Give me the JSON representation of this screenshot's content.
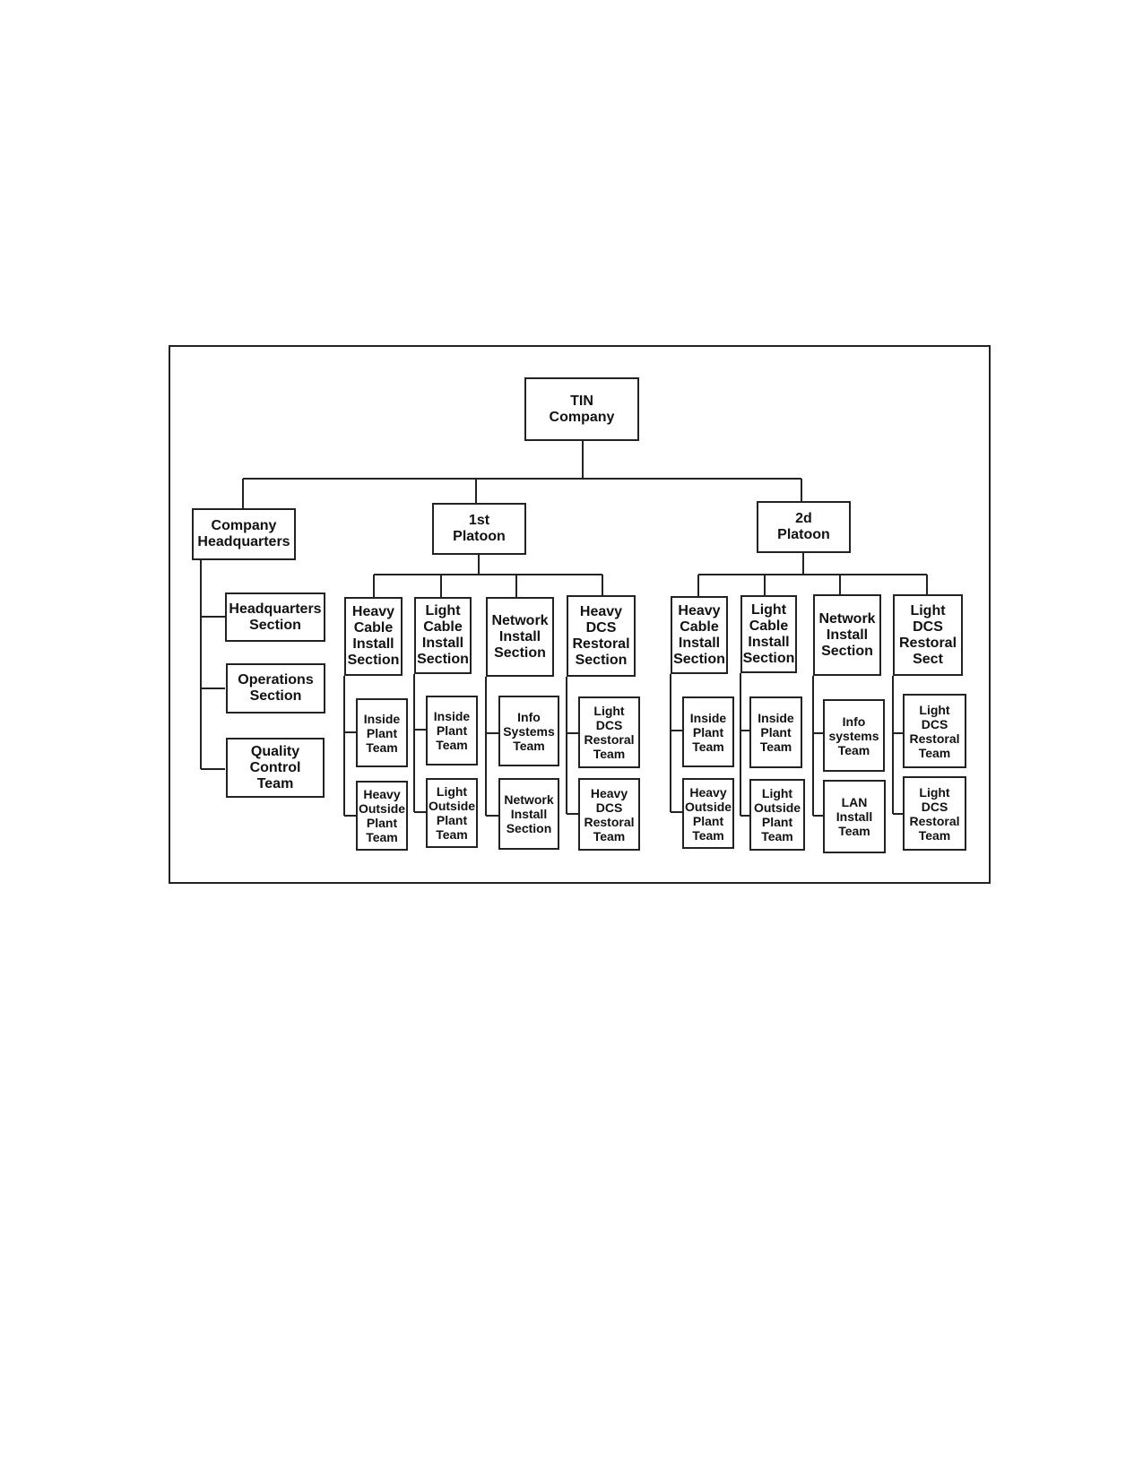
{
  "top": "TIN\nCompany",
  "hq": {
    "title": "Company\nHeadquarters",
    "children": [
      "Headquarters\nSection",
      "Operations\nSection",
      "Quality\nControl\nTeam"
    ]
  },
  "platoons": [
    {
      "title": "1st\nPlatoon",
      "sections": [
        {
          "title": "Heavy\nCable\nInstall\nSection",
          "teams": [
            "Inside\nPlant\nTeam",
            "Heavy\nOutside\nPlant\nTeam"
          ]
        },
        {
          "title": "Light\nCable\nInstall\nSection",
          "teams": [
            "Inside\nPlant\nTeam",
            "Light\nOutside\nPlant\nTeam"
          ]
        },
        {
          "title": "Network\nInstall\nSection",
          "teams": [
            "Info\nSystems\nTeam",
            "Network\nInstall\nSection"
          ]
        },
        {
          "title": "Heavy\nDCS\nRestoral\nSection",
          "teams": [
            "Light\nDCS\nRestoral\nTeam",
            "Heavy\nDCS\nRestoral\nTeam"
          ]
        }
      ]
    },
    {
      "title": "2d\nPlatoon",
      "sections": [
        {
          "title": "Heavy\nCable\nInstall\nSection",
          "teams": [
            "Inside\nPlant\nTeam",
            "Heavy\nOutside\nPlant\nTeam"
          ]
        },
        {
          "title": "Light\nCable\nInstall\nSection",
          "teams": [
            "Inside\nPlant\nTeam",
            "Light\nOutside\nPlant\nTeam"
          ]
        },
        {
          "title": "Network\nInstall\nSection",
          "teams": [
            "Info\nsystems\nTeam",
            "LAN\nInstall\nTeam"
          ]
        },
        {
          "title": "Light\nDCS\nRestoral\nSect",
          "teams": [
            "Light\nDCS\nRestoral\nTeam",
            "Light\nDCS\nRestoral\nTeam"
          ]
        }
      ]
    }
  ]
}
